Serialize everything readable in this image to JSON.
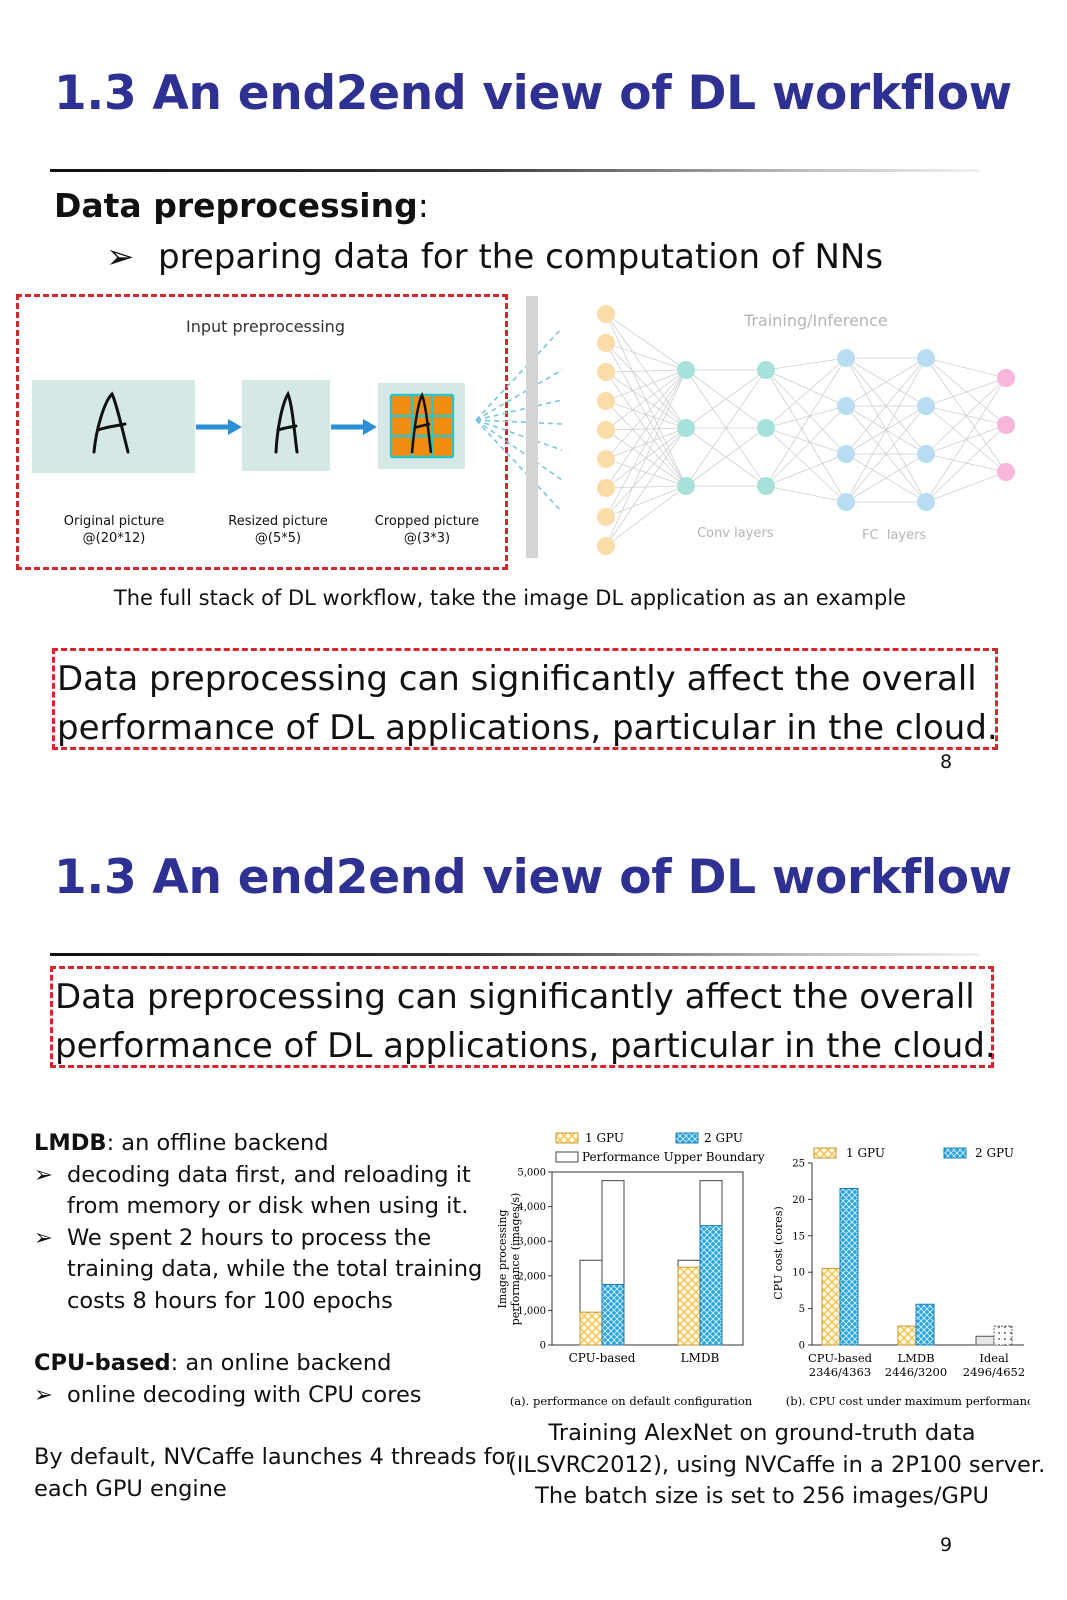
{
  "slide1": {
    "title": "1.3 An end2end view of DL workflow",
    "heading_bold": "Data preprocessing",
    "heading_colon": ":",
    "bullet": "preparing data for the computation  of NNs",
    "diagram": {
      "input_preprocessing": "Input preprocessing",
      "original_label": "Original picture",
      "original_size": "@(20*12)",
      "resized_label": "Resized picture",
      "resized_size": "@(5*5)",
      "cropped_label": "Cropped picture",
      "cropped_size": "@(3*3)",
      "letter": "A",
      "training_inference": "Training/Inference",
      "conv_layers": "Conv layers",
      "fc_layers": "FC  layers"
    },
    "caption": "The full stack of DL workflow, take the image DL application as an example",
    "callout_line1": "Data preprocessing can significantly affect the overall",
    "callout_line2": "performance of DL applications, particular in the cloud.",
    "page_number": "8"
  },
  "slide2": {
    "title": "1.3 An end2end view of DL workflow",
    "callout_line1": "Data preprocessing can significantly affect the overall",
    "callout_line2": "performance of DL applications, particular in the cloud.",
    "lmdb_bold": "LMDB",
    "lmdb_rest": ": an offline backend",
    "lmdb_b1_l1": "decoding data first, and reloading it",
    "lmdb_b1_l2": "from memory or disk when using it.",
    "lmdb_b2_l1": "We spent 2 hours to process the",
    "lmdb_b2_l2": "training data, while the total training",
    "lmdb_b2_l3": "costs 8 hours for 100 epochs",
    "cpu_bold": "CPU-based",
    "cpu_rest": ": an online backend",
    "cpu_b1": "online decoding with CPU cores",
    "default_l1": "By default, NVCaffe launches 4 threads for",
    "default_l2": "each GPU engine",
    "caption_l1": "Training AlexNet on ground-truth data",
    "caption_l2": "(ILSVRC2012), using NVCaffe in a 2P100 server.",
    "caption_l3": "The batch size is set to 256 images/GPU",
    "page_number": "9"
  },
  "bullet_glyph": "➢",
  "chart_data": [
    {
      "type": "bar",
      "title": "(a). performance on default configuration",
      "ylabel": "Image processing performance (images/s)",
      "categories": [
        "CPU-based",
        "LMDB"
      ],
      "ylim": [
        0,
        5000
      ],
      "yticks": [
        0,
        1000,
        2000,
        3000,
        4000,
        5000
      ],
      "ytick_labels": [
        "0",
        "1,000",
        "2,000",
        "3,000",
        "4,000",
        "5,000"
      ],
      "legend": [
        "1 GPU",
        "2 GPU",
        "Performance Upper Boundary"
      ],
      "series": [
        {
          "name": "1 GPU",
          "values": [
            950,
            2250
          ],
          "upper_boundary": [
            2450,
            2450
          ]
        },
        {
          "name": "2 GPU",
          "values": [
            1750,
            3450
          ],
          "upper_boundary": [
            4750,
            4750
          ]
        }
      ],
      "colors": {
        "1 GPU": "#f3c24d",
        "2 GPU": "#2ba4dc"
      }
    },
    {
      "type": "bar",
      "title": "(b). CPU cost under maximum performance",
      "ylabel": "CPU cost (cores)",
      "categories": [
        "CPU-based",
        "LMDB",
        "Ideal"
      ],
      "category_sublabels": [
        "2346/4363",
        "2446/3200",
        "2496/4652"
      ],
      "ylim": [
        0,
        25
      ],
      "yticks": [
        0,
        5,
        10,
        15,
        20,
        25
      ],
      "ytick_labels": [
        "0",
        "5",
        "10",
        "15",
        "20",
        "25"
      ],
      "legend": [
        "1 GPU",
        "2 GPU"
      ],
      "series": [
        {
          "name": "1 GPU",
          "values": [
            10.5,
            2.6,
            1.2
          ]
        },
        {
          "name": "2 GPU",
          "values": [
            21.5,
            5.6,
            2.6
          ]
        }
      ],
      "colors": {
        "1 GPU": "#f3c24d",
        "2 GPU": "#2ba4dc"
      }
    }
  ]
}
